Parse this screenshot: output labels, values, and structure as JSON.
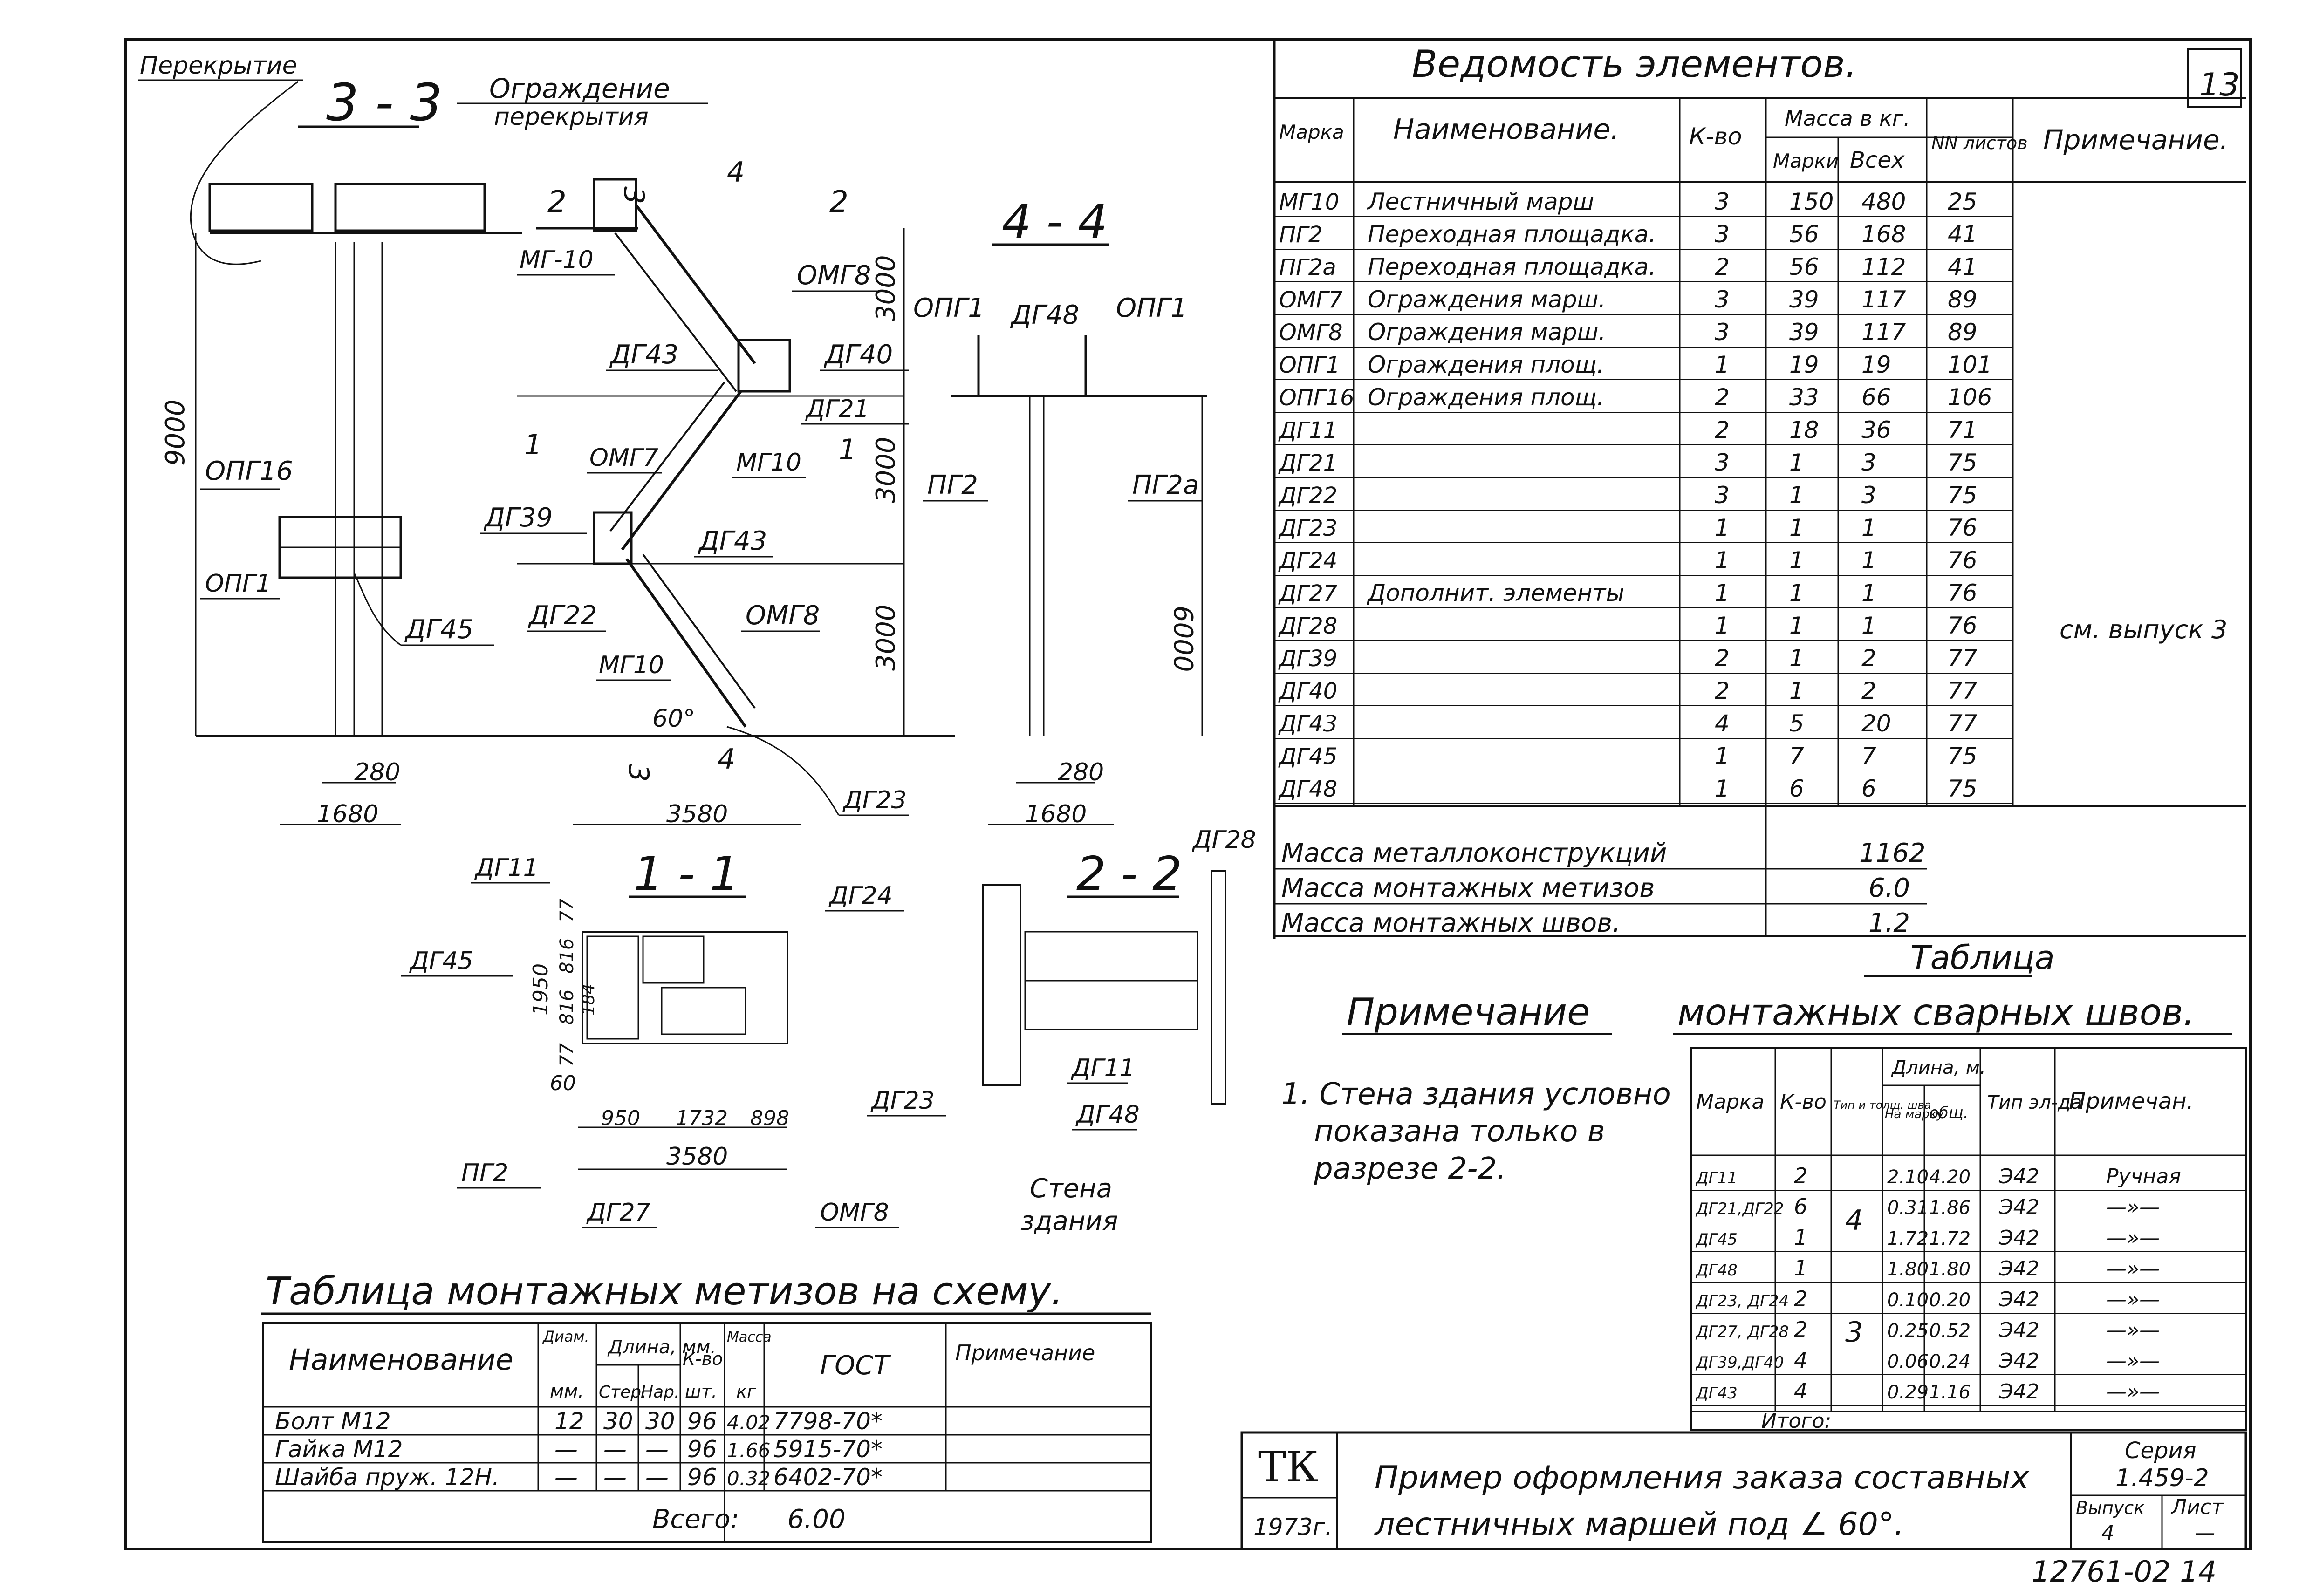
{
  "vedomost": {
    "title": "Ведомость элементов.",
    "sheet_corner": "13",
    "headers": {
      "marka": "Марка",
      "name": "Наименование.",
      "qty": "К-во",
      "mass": "Масса в кг.",
      "mass_one": "Марки",
      "mass_all": "Всех",
      "sheets": "NN листов",
      "note": "Примечание."
    },
    "rows": [
      {
        "marka": "МГ10",
        "name": "Лестничный марш",
        "qty": "3",
        "m1": "150",
        "m2": "480",
        "sheet": "25"
      },
      {
        "marka": "ПГ2",
        "name": "Переходная площадка.",
        "qty": "3",
        "m1": "56",
        "m2": "168",
        "sheet": "41"
      },
      {
        "marka": "ПГ2а",
        "name": "Переходная площадка.",
        "qty": "2",
        "m1": "56",
        "m2": "112",
        "sheet": "41"
      },
      {
        "marka": "ОМГ7",
        "name": "Ограждения марш.",
        "qty": "3",
        "m1": "39",
        "m2": "117",
        "sheet": "89"
      },
      {
        "marka": "ОМГ8",
        "name": "Ограждения марш.",
        "qty": "3",
        "m1": "39",
        "m2": "117",
        "sheet": "89"
      },
      {
        "marka": "ОПГ1",
        "name": "Ограждения площ.",
        "qty": "1",
        "m1": "19",
        "m2": "19",
        "sheet": "101"
      },
      {
        "marka": "ОПГ16",
        "name": "Ограждения площ.",
        "qty": "2",
        "m1": "33",
        "m2": "66",
        "sheet": "106"
      },
      {
        "marka": "ДГ11",
        "name": "",
        "qty": "2",
        "m1": "18",
        "m2": "36",
        "sheet": "71"
      },
      {
        "marka": "ДГ21",
        "name": "",
        "qty": "3",
        "m1": "1",
        "m2": "3",
        "sheet": "75"
      },
      {
        "marka": "ДГ22",
        "name": "",
        "qty": "3",
        "m1": "1",
        "m2": "3",
        "sheet": "75"
      },
      {
        "marka": "ДГ23",
        "name": "",
        "qty": "1",
        "m1": "1",
        "m2": "1",
        "sheet": "76"
      },
      {
        "marka": "ДГ24",
        "name": "",
        "qty": "1",
        "m1": "1",
        "m2": "1",
        "sheet": "76"
      },
      {
        "marka": "ДГ27",
        "name": "Дополнит. элементы",
        "qty": "1",
        "m1": "1",
        "m2": "1",
        "sheet": "76"
      },
      {
        "marka": "ДГ28",
        "name": "",
        "qty": "1",
        "m1": "1",
        "m2": "1",
        "sheet": "76"
      },
      {
        "marka": "ДГ39",
        "name": "",
        "qty": "2",
        "m1": "1",
        "m2": "2",
        "sheet": "77"
      },
      {
        "marka": "ДГ40",
        "name": "",
        "qty": "2",
        "m1": "1",
        "m2": "2",
        "sheet": "77"
      },
      {
        "marka": "ДГ43",
        "name": "",
        "qty": "4",
        "m1": "5",
        "m2": "20",
        "sheet": "77"
      },
      {
        "marka": "ДГ45",
        "name": "",
        "qty": "1",
        "m1": "7",
        "m2": "7",
        "sheet": "75"
      },
      {
        "marka": "ДГ48",
        "name": "",
        "qty": "1",
        "m1": "6",
        "m2": "6",
        "sheet": "75"
      }
    ],
    "group_note": "см. выпуск 3",
    "totals": [
      {
        "label": "Масса металлоконструкций",
        "value": "1162"
      },
      {
        "label": "Масса монтажных метизов",
        "value": "6.0"
      },
      {
        "label": "Масса монтажных швов.",
        "value": "1.2"
      }
    ]
  },
  "primechanie": {
    "title": "Примечание",
    "lines": [
      "1. Стена здания условно",
      "показана только в",
      "разрезе 2-2."
    ]
  },
  "welds": {
    "title1": "Таблица",
    "title2": "монтажных сварных швов.",
    "headers": {
      "marka": "Марка",
      "qty": "К-во",
      "type": "Тип и толщ. шва",
      "len": "Длина, м.",
      "len1": "На марку",
      "len2": "общ.",
      "el": "Тип эл-да",
      "note": "Примечан."
    },
    "rows": [
      {
        "marka": "ДГ11",
        "qty": "2",
        "l1": "2.10",
        "l2": "4.20",
        "el": "Э42",
        "note": "Ручная"
      },
      {
        "marka": "ДГ21,ДГ22",
        "qty": "6",
        "l1": "0.31",
        "l2": "1.86",
        "el": "Э42",
        "note": "—»—"
      },
      {
        "marka": "ДГ45",
        "qty": "1",
        "l1": "1.72",
        "l2": "1.72",
        "el": "Э42",
        "note": "—»—"
      },
      {
        "marka": "ДГ48",
        "qty": "1",
        "l1": "1.80",
        "l2": "1.80",
        "el": "Э42",
        "note": "—»—"
      },
      {
        "marka": "ДГ23, ДГ24",
        "qty": "2",
        "l1": "0.10",
        "l2": "0.20",
        "el": "Э42",
        "note": "—»—"
      },
      {
        "marka": "ДГ27, ДГ28",
        "qty": "2",
        "l1": "0.25",
        "l2": "0.52",
        "el": "Э42",
        "note": "—»—"
      },
      {
        "marka": "ДГ39,ДГ40",
        "qty": "4",
        "l1": "0.06",
        "l2": "0.24",
        "el": "Э42",
        "note": "—»—"
      },
      {
        "marka": "ДГ43",
        "qty": "4",
        "l1": "0.29",
        "l2": "1.16",
        "el": "Э42",
        "note": "—»—"
      }
    ],
    "weld_types": [
      "4",
      "3"
    ],
    "total_label": "Итого:"
  },
  "metizy": {
    "title": "Таблица монтажных метизов на схему.",
    "headers": {
      "name": "Наименование",
      "diam": "Диам.",
      "diam_u": "мм.",
      "len": "Длина, мм.",
      "len1": "Стер.",
      "len2": "Нар.",
      "qty": "К-во",
      "qty_u": "шт.",
      "mass": "Масса",
      "mass_u": "кг",
      "gost": "ГОСТ",
      "note": "Примечание"
    },
    "rows": [
      {
        "name": "Болт М12",
        "diam": "12",
        "l1": "30",
        "l2": "30",
        "qty": "96",
        "mass": "4.02",
        "gost": "7798-70*"
      },
      {
        "name": "Гайка М12",
        "diam": "—",
        "l1": "—",
        "l2": "—",
        "qty": "96",
        "mass": "1.66",
        "gost": "5915-70*"
      },
      {
        "name": "Шайба пруж. 12Н.",
        "diam": "—",
        "l1": "—",
        "l2": "—",
        "qty": "96",
        "mass": "0.32",
        "gost": "6402-70*"
      }
    ],
    "total_label": "Всего:",
    "total_value": "6.00"
  },
  "stamp": {
    "org": "ТК",
    "year": "1973г.",
    "title1": "Пример оформления заказа составных",
    "title2": "лестничных маршей под ∠ 60°.",
    "series_label": "Серия",
    "series": "1.459-2",
    "vyp_label": "Выпуск",
    "vyp": "4",
    "list_label": "Лист",
    "list": "—",
    "bottom": "12761-02  14"
  },
  "section33": {
    "title": "3 - 3",
    "labels": {
      "perekrytie": "Перекрытие",
      "ograzhdenie1": "Ограждение",
      "ograzhdenie2": "перекрытия",
      "opg16": "ОПГ16",
      "opg1": "ОПГ1",
      "dg45": "ДГ45",
      "dim_height": "9000",
      "dim_a": "280",
      "dim_b": "1680"
    }
  },
  "stair": {
    "labels": {
      "mg10a": "МГ-10",
      "omg8a": "ОМГ8",
      "dg43a": "ДГ43",
      "dg40": "ДГ40",
      "dg21": "ДГ21",
      "omg7": "ОМГ7",
      "mg10b": "МГ10",
      "dg39": "ДГ39",
      "dg43b": "ДГ43",
      "dg22": "ДГ22",
      "omg8b": "ОМГ8",
      "mg10c": "МГ10",
      "angle": "60°",
      "dg23": "ДГ23",
      "dim1": "3000",
      "dim2": "3000",
      "dim3": "3000",
      "dim_total": "3580",
      "cut2": "2",
      "cut1": "1",
      "cut3": "3",
      "cut4": "4"
    }
  },
  "section44": {
    "title": "4 - 4",
    "labels": {
      "opg1a": "ОПГ1",
      "dg48": "ДГ48",
      "opg1b": "ОПГ1",
      "pg2": "ПГ2",
      "pg2a": "ПГ2а",
      "dim_h": "6000",
      "dim_a": "280",
      "dim_b": "1680"
    }
  },
  "section11": {
    "title": "1 - 1",
    "labels": {
      "dg11": "ДГ11",
      "dg24": "ДГ24",
      "dg45": "ДГ45",
      "dg23": "ДГ23",
      "pg2": "ПГ2",
      "dg27": "ДГ27",
      "omg8": "ОМГ8",
      "d77a": "77",
      "d816a": "816",
      "d1950": "1950",
      "d816b": "816",
      "d184": "184",
      "d77b": "77",
      "d60": "60",
      "d950": "950",
      "d1732": "1732",
      "d898": "898",
      "d3580": "3580"
    }
  },
  "section22": {
    "title": "2 - 2",
    "labels": {
      "dg28": "ДГ28",
      "dg11": "ДГ11",
      "dg48": "ДГ48",
      "wall1": "Стена",
      "wall2": "здания"
    }
  }
}
